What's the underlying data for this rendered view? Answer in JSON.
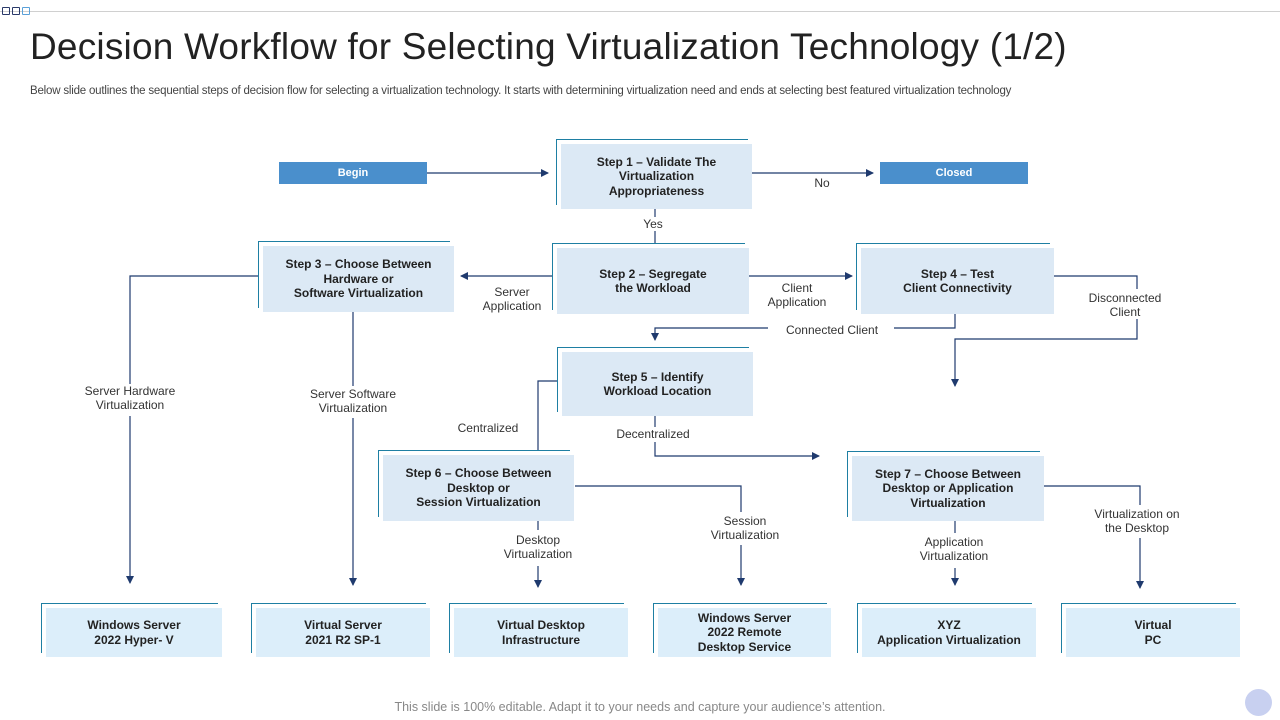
{
  "title": "Decision Workflow for Selecting Virtualization Technology (1/2)",
  "subtitle": "Below slide outlines the sequential steps of decision flow for selecting a virtualization technology. It starts with determining virtualization need and ends at selecting best featured virtualization technology",
  "footer": "This slide is 100% editable. Adapt it to your needs and capture your audience’s attention.",
  "colors": {
    "accent": "#4a8fcc",
    "box_fill": "#dce9f5",
    "box_frame": "#1e7fa3",
    "arrow": "#1f3a6e"
  },
  "pills": {
    "begin": "Begin",
    "closed": "Closed"
  },
  "steps": {
    "step1": "Step 1 – Validate The\nVirtualization\nAppropriateness",
    "step2": "Step 2 – Segregate\nthe Workload",
    "step3": "Step 3 – Choose Between\nHardware or\nSoftware Virtualization",
    "step4": "Step 4 – Test\nClient Connectivity",
    "step5": "Step 5 – Identify\nWorkload Location",
    "step6": "Step 6 – Choose Between\nDesktop or\nSession Virtualization",
    "step7": "Step 7 – Choose Between\nDesktop or Application\nVirtualization"
  },
  "outcomes": {
    "o1": "Windows Server\n2022 Hyper- V",
    "o2": "Virtual Server\n2021 R2 SP-1",
    "o3": "Virtual Desktop\nInfrastructure",
    "o4": "Windows Server\n2022 Remote\nDesktop Service",
    "o5": "XYZ\nApplication Virtualization",
    "o6": "Virtual\nPC"
  },
  "labels": {
    "no": "No",
    "yes": "Yes",
    "server_application": "Server\nApplication",
    "client_application": "Client\nApplication",
    "disconnected_client": "Disconnected\nClient",
    "connected_client": "Connected Client",
    "server_hardware_virtualization": "Server Hardware\nVirtualization",
    "server_software_virtualization": "Server Software\nVirtualization",
    "centralized": "Centralized",
    "decentralized": "Decentralized",
    "desktop_virtualization": "Desktop\nVirtualization",
    "session_virtualization": "Session\nVirtualization",
    "application_virtualization": "Application\nVirtualization",
    "virtualization_on_desktop": "Virtualization on\nthe Desktop"
  }
}
